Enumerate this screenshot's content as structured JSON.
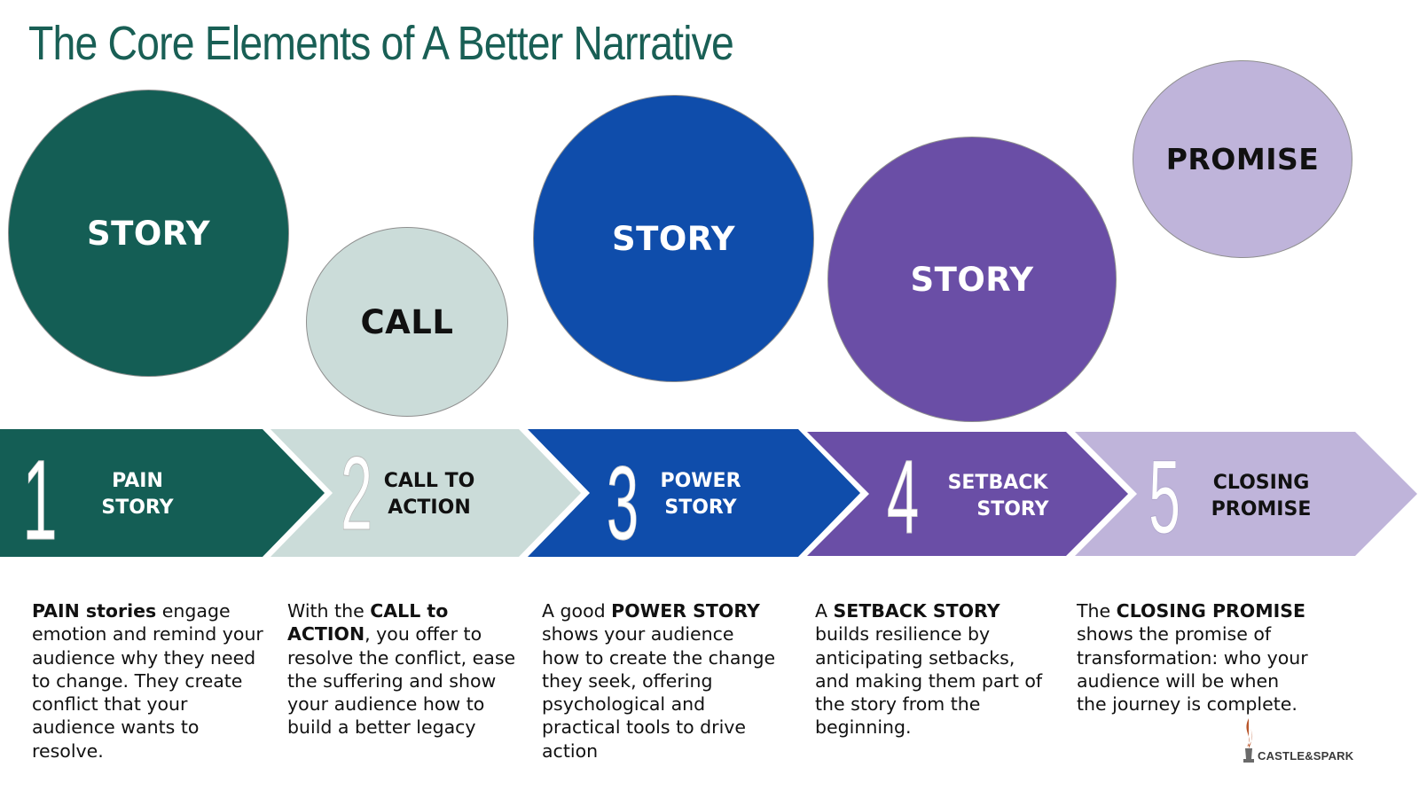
{
  "title": "The Core Elements of A Better Narrative",
  "colors": {
    "title": "#195f55",
    "teal": "#145e55",
    "pale": "#cbdcd9",
    "blue": "#0f4dab",
    "purple": "#6a4ea6",
    "lavender": "#bfb4da",
    "logo_flame": "#b8552a"
  },
  "circles": [
    {
      "label": "STORY"
    },
    {
      "label": "CALL"
    },
    {
      "label": "STORY"
    },
    {
      "label": "STORY"
    },
    {
      "label": "PROMISE"
    }
  ],
  "steps": [
    {
      "number": "1",
      "line1": "PAIN",
      "line2": "STORY"
    },
    {
      "number": "2",
      "line1": "CALL TO",
      "line2": "ACTION"
    },
    {
      "number": "3",
      "line1": "POWER",
      "line2": "STORY"
    },
    {
      "number": "4",
      "line1": "SETBACK",
      "line2": "STORY"
    },
    {
      "number": "5",
      "line1": "CLOSING",
      "line2": "PROMISE"
    }
  ],
  "descriptions": [
    {
      "before": "",
      "bold": "PAIN stories",
      "after": " engage emotion  and remind your audience why they need to change. They create conflict that your audience wants to resolve."
    },
    {
      "before": "With the ",
      "bold": "CALL to ACTION",
      "after": ", you offer to resolve the conflict, ease the suffering and show your audience how to build a better legacy"
    },
    {
      "before": "A good ",
      "bold": "POWER STORY",
      "after": " shows your audience how to create the change they seek, offering psychological and practical tools to drive action"
    },
    {
      "before": "A ",
      "bold": "SETBACK  STORY",
      "after": " builds resilience by anticipating setbacks, and making them part of the story from the beginning."
    },
    {
      "before": "The ",
      "bold": "CLOSING PROMISE",
      "after": " shows the promise of transformation: who your audience will be when the journey is complete."
    }
  ],
  "logo": {
    "text": "CASTLE&SPARK"
  }
}
